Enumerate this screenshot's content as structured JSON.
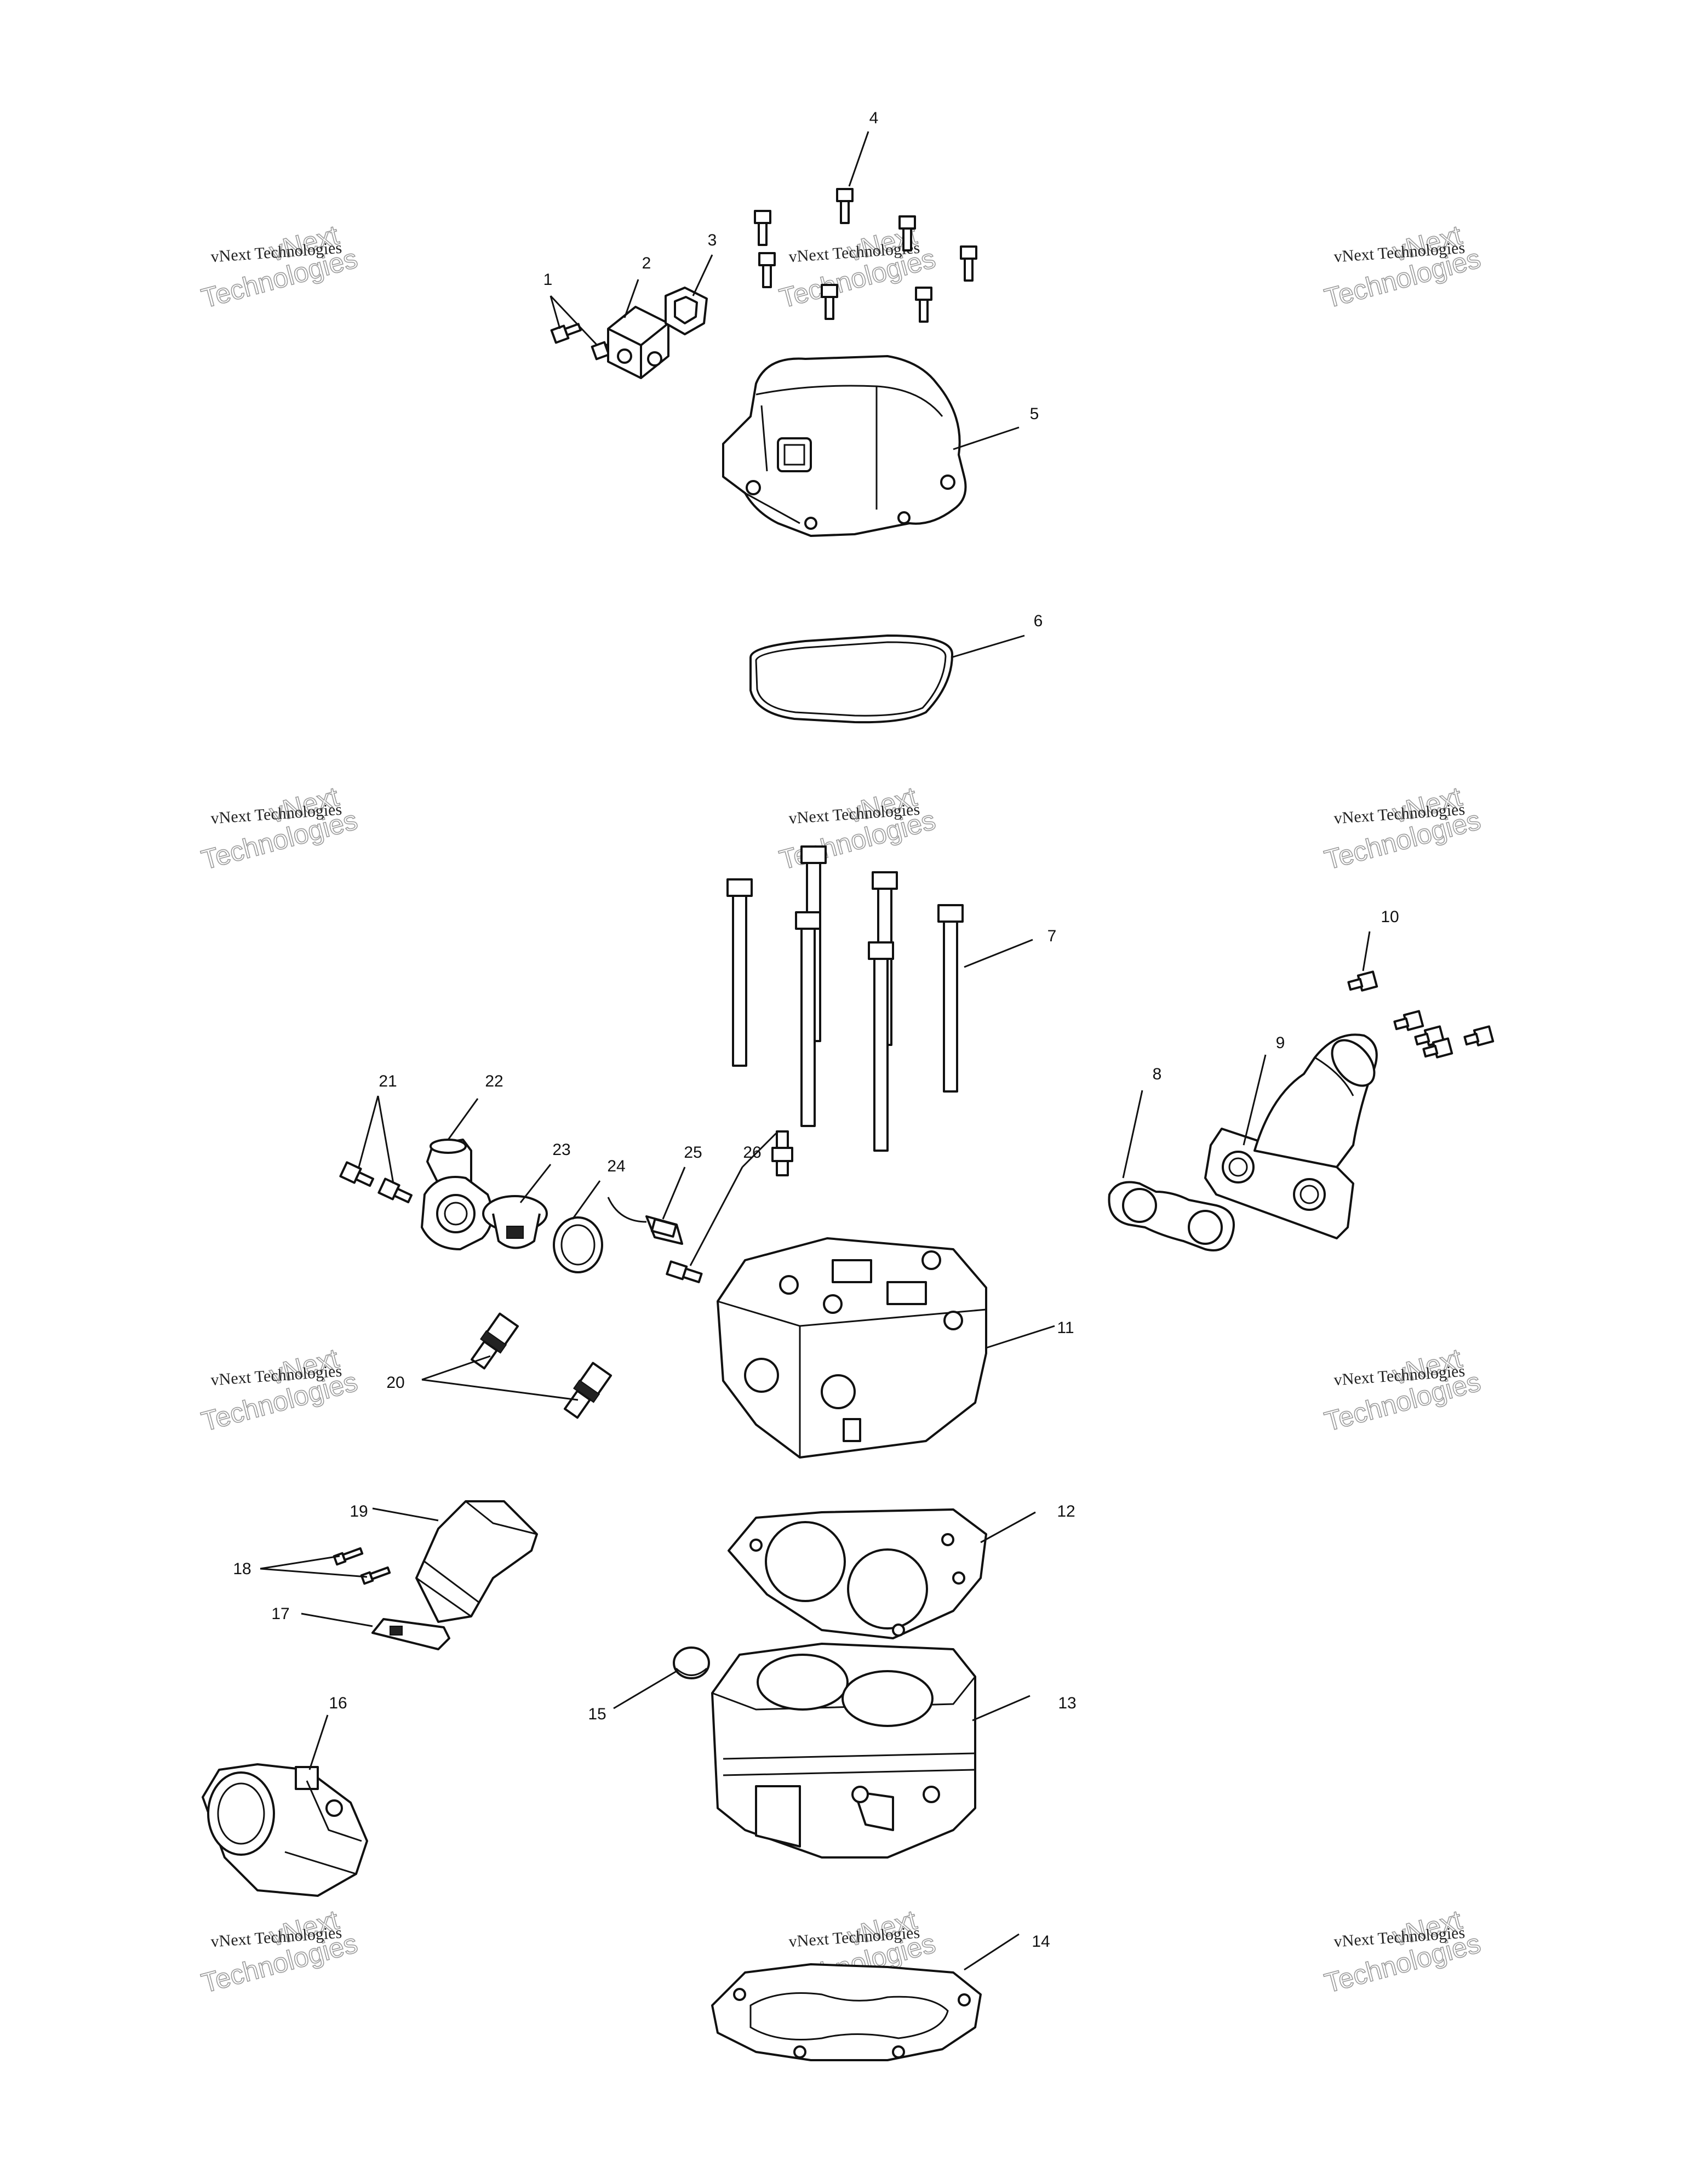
{
  "watermark": {
    "line1": "vNext Technologies",
    "line2_a": "vNext",
    "line2_b": "Technologies"
  },
  "callouts": [
    {
      "id": "c1",
      "text": "1"
    },
    {
      "id": "c2",
      "text": "2"
    },
    {
      "id": "c3",
      "text": "3"
    },
    {
      "id": "c4",
      "text": "4"
    },
    {
      "id": "c5",
      "text": "5"
    },
    {
      "id": "c6",
      "text": "6"
    },
    {
      "id": "c7",
      "text": "7"
    },
    {
      "id": "c8",
      "text": "8"
    },
    {
      "id": "c9",
      "text": "9"
    },
    {
      "id": "c10",
      "text": "10"
    },
    {
      "id": "c11",
      "text": "11"
    },
    {
      "id": "c12",
      "text": "12"
    },
    {
      "id": "c13",
      "text": "13"
    },
    {
      "id": "c14",
      "text": "14"
    },
    {
      "id": "c15",
      "text": "15"
    },
    {
      "id": "c16",
      "text": "16"
    },
    {
      "id": "c17",
      "text": "17"
    },
    {
      "id": "c18",
      "text": "18"
    },
    {
      "id": "c19",
      "text": "19"
    },
    {
      "id": "c20",
      "text": "20"
    },
    {
      "id": "c21",
      "text": "21"
    },
    {
      "id": "c22",
      "text": "22"
    },
    {
      "id": "c23",
      "text": "23"
    },
    {
      "id": "c24",
      "text": "24"
    },
    {
      "id": "c25",
      "text": "25"
    },
    {
      "id": "c26",
      "text": "26"
    }
  ]
}
